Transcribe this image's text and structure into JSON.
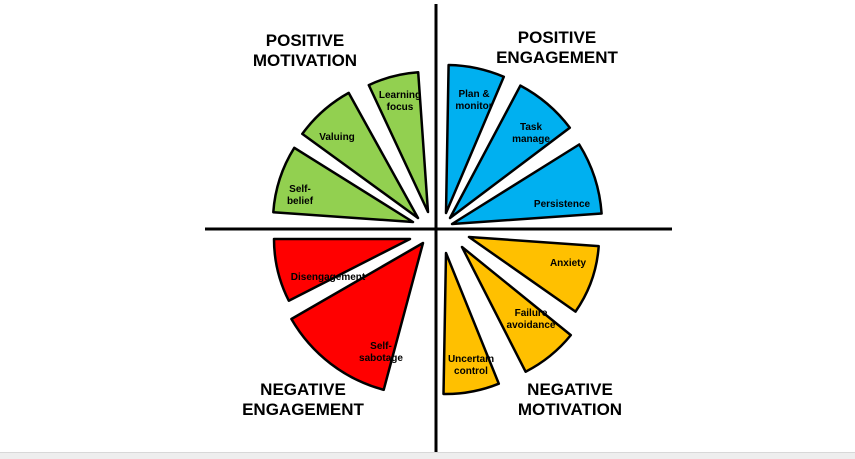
{
  "quadrants": {
    "positive_motivation": {
      "line1": "POSITIVE",
      "line2": "MOTIVATION"
    },
    "positive_engagement": {
      "line1": "POSITIVE",
      "line2": "ENGAGEMENT"
    },
    "negative_engagement": {
      "line1": "NEGATIVE",
      "line2": "ENGAGEMENT"
    },
    "negative_motivation": {
      "line1": "NEGATIVE",
      "line2": "MOTIVATION"
    }
  },
  "colors": {
    "positive_motivation": "#92d050",
    "positive_engagement": "#00b0f0",
    "negative_motivation": "#ffc000",
    "negative_engagement": "#ff0000",
    "outline": "#000000"
  },
  "segments": [
    {
      "id": "self-belief",
      "quadrant": "positive_motivation",
      "lines": [
        "Self-",
        "belief"
      ]
    },
    {
      "id": "valuing",
      "quadrant": "positive_motivation",
      "lines": [
        "Valuing"
      ]
    },
    {
      "id": "learning-focus",
      "quadrant": "positive_motivation",
      "lines": [
        "Learning",
        "focus"
      ]
    },
    {
      "id": "plan-monitor",
      "quadrant": "positive_engagement",
      "lines": [
        "Plan &",
        "monitor"
      ]
    },
    {
      "id": "task-manage",
      "quadrant": "positive_engagement",
      "lines": [
        "Task",
        "manage"
      ]
    },
    {
      "id": "persistence",
      "quadrant": "positive_engagement",
      "lines": [
        "Persistence"
      ]
    },
    {
      "id": "anxiety",
      "quadrant": "negative_motivation",
      "lines": [
        "Anxiety"
      ]
    },
    {
      "id": "failure-avoidance",
      "quadrant": "negative_motivation",
      "lines": [
        "Failure",
        "avoidance"
      ]
    },
    {
      "id": "uncertain-control",
      "quadrant": "negative_motivation",
      "lines": [
        "Uncertain",
        "control"
      ]
    },
    {
      "id": "self-sabotage",
      "quadrant": "negative_engagement",
      "lines": [
        "Self-",
        "sabotage"
      ]
    },
    {
      "id": "disengagement",
      "quadrant": "negative_engagement",
      "lines": [
        "Disengagement"
      ]
    }
  ]
}
